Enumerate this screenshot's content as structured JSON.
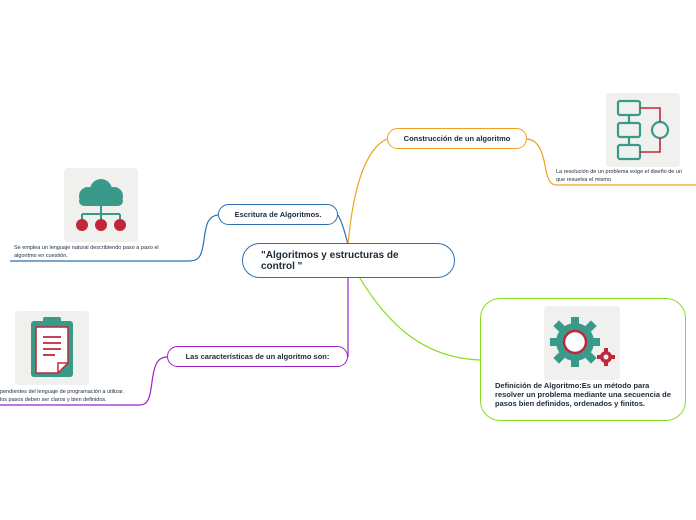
{
  "central": {
    "title": "\"Algoritmos y estructuras de control \""
  },
  "branches": {
    "escritura": {
      "label": "Escritura de Algoritmos.",
      "note_lines": [
        "Se emplea un lenguaje natural describiendo paso a paso el",
        "algoritmo en cuestión."
      ],
      "icon": "cloud-network-icon",
      "color": "#2d6fb0"
    },
    "construccion": {
      "label": "Construcción de un algoritmo",
      "note_lines": [
        "La resolución de un problema exige el diseño de un",
        "que resuelva el mismo"
      ],
      "icon": "flowchart-icon",
      "color": "#f0a020"
    },
    "caracteristicas": {
      "label": "Las características de un algoritmo son:",
      "note_lines": [
        "pendientes del lenguaje de programación a utilizar.",
        "los pasos deben ser claros y bien definidos."
      ],
      "icon": "clipboard-icon",
      "color": "#a020c8"
    },
    "definicion": {
      "text": "Definición de Algoritmo:Es un método para resolver un problema mediante una secuencia de pasos bien definidos, ordenados y finitos.",
      "icon": "gears-icon",
      "color": "#88dd20"
    }
  },
  "colors": {
    "central_border": "#2d6fb0",
    "icon_teal": "#3a9a8a",
    "icon_red": "#c0283a",
    "tile_bg": "#f0f0ee"
  }
}
